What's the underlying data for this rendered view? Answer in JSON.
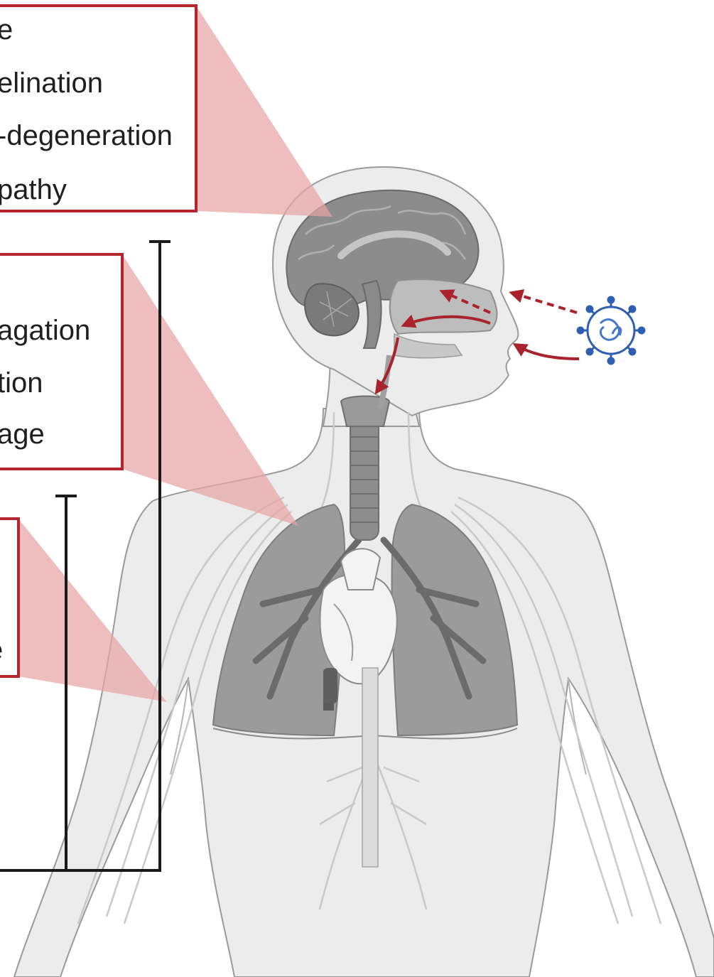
{
  "colors": {
    "box_border": "#b3262e",
    "wedge_fill": "#e8a3a5",
    "body_fill": "#e9e9e9",
    "body_outline": "#9a9a9a",
    "organ_fill": "#8f8f8f",
    "organ_dark": "#6e6e6e",
    "arrow": "#a8232b",
    "virus": "#2f5fb0",
    "bracket": "#1a1a1a"
  },
  "icons": [
    "virus-icon",
    "brain-icon",
    "lungs-icon",
    "heart-icon",
    "trachea-icon",
    "nasal-cavity-icon"
  ],
  "callouts": {
    "top": {
      "lines": [
        "e",
        "elination",
        "-degeneration",
        "pathy"
      ]
    },
    "middle": {
      "lines": [
        "",
        "agation",
        "tion",
        "age"
      ]
    },
    "bottom": {
      "lines": [
        "",
        "",
        "e",
        ""
      ]
    }
  }
}
